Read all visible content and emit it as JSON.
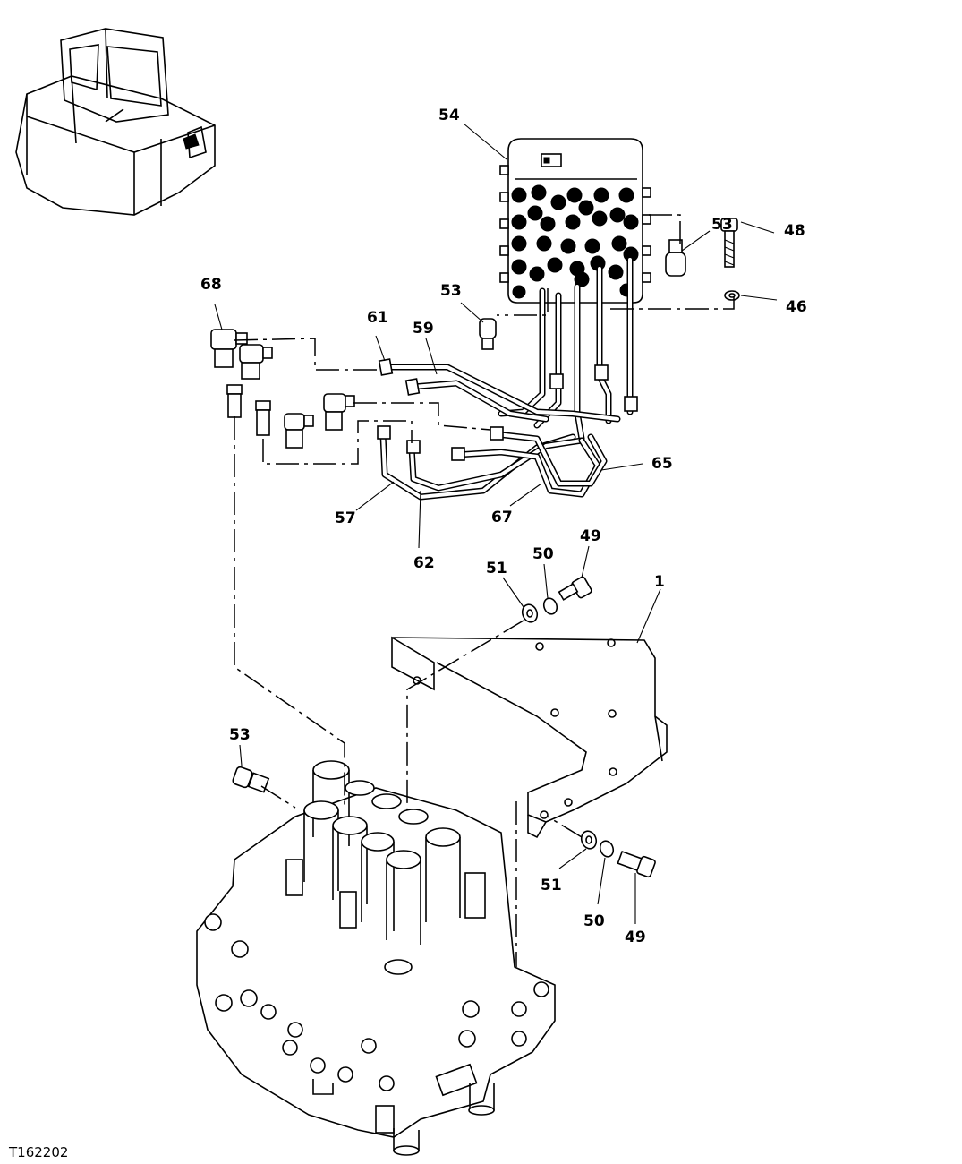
{
  "figure_id": "T162202",
  "callouts": {
    "c1": "1",
    "c46": "46",
    "c48": "48",
    "c49a": "49",
    "c49b": "49",
    "c50a": "50",
    "c50b": "50",
    "c51a": "51",
    "c51b": "51",
    "c53a": "53",
    "c53b": "53",
    "c53c": "53",
    "c54": "54",
    "c57": "57",
    "c59": "59",
    "c61": "61",
    "c62": "62",
    "c65": "65",
    "c67": "67",
    "c68": "68"
  }
}
